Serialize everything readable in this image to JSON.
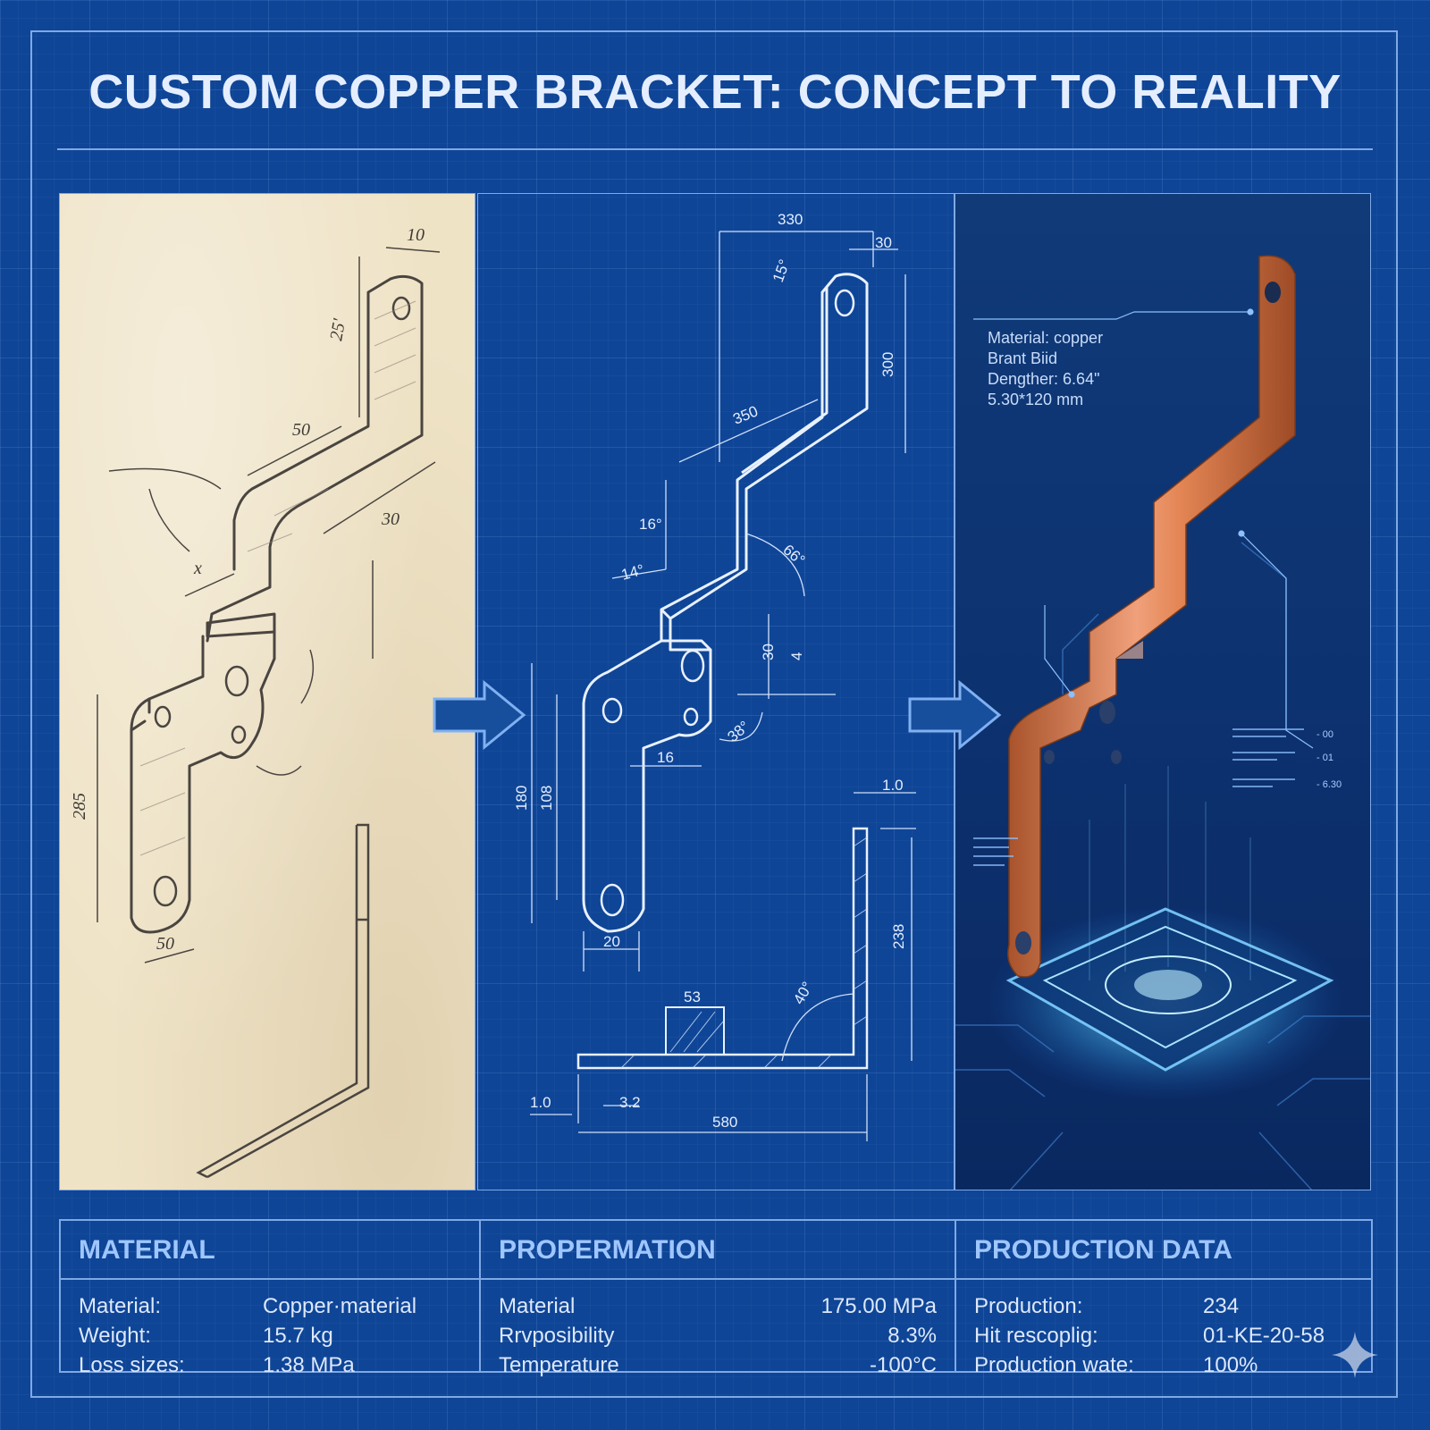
{
  "header": {
    "title": "CUSTOM COPPER BRACKET: CONCEPT TO REALITY"
  },
  "sketch": {
    "dims": {
      "d_top": "10",
      "d_25": "25'",
      "d_50a": "50",
      "d_30": "30",
      "d_x": "x",
      "d_285": "285",
      "d_50b": "50"
    }
  },
  "cad": {
    "dims": {
      "d330": "330",
      "d30a": "30",
      "d15": "15°",
      "d300": "300",
      "d350": "350",
      "d16deg": "16°",
      "d66": "66°",
      "d14": "14°",
      "d30b": "30",
      "d4": "4",
      "d38": "38°",
      "d16": "16",
      "d180": "180",
      "d108": "108",
      "d20": "20",
      "d10a": "1.0",
      "d238": "238",
      "d53": "53",
      "d40": "40°",
      "d10b": "1.0",
      "d32": "3.2",
      "d580": "580"
    }
  },
  "render": {
    "callout": [
      "Material: copper",
      "Brant Biid",
      "Dengther: 6.64\"",
      "5.30*120 mm"
    ],
    "side_readouts": [
      "- 00",
      "- 01",
      "- 6.30"
    ]
  },
  "info": {
    "material": {
      "heading": "MATERIAL",
      "rows": [
        {
          "label": "Material:",
          "value": "Copper·material"
        },
        {
          "label": "Weight:",
          "value": "15.7 kg"
        },
        {
          "label": "Loss sizes:",
          "value": "1.38 MPa"
        }
      ]
    },
    "propermation": {
      "heading": "PROPERMATION",
      "rows": [
        {
          "label": "Material",
          "value": "175.00 MPa"
        },
        {
          "label": "Rrvposibility",
          "value": "8.3%"
        },
        {
          "label": "Temperature",
          "value": "-100°C"
        }
      ]
    },
    "production": {
      "heading": "PRODUCTION DATA",
      "rows": [
        {
          "label": "Production:",
          "value": "234"
        },
        {
          "label": "Hit rescoplig:",
          "value": "01-KE-20-58"
        },
        {
          "label": "Production wate:",
          "value": "100%"
        }
      ]
    }
  },
  "colors": {
    "copper": "#d9784a",
    "blueprint": "#0f4596",
    "line": "#7fa9e6",
    "paper": "#efe3c6"
  }
}
